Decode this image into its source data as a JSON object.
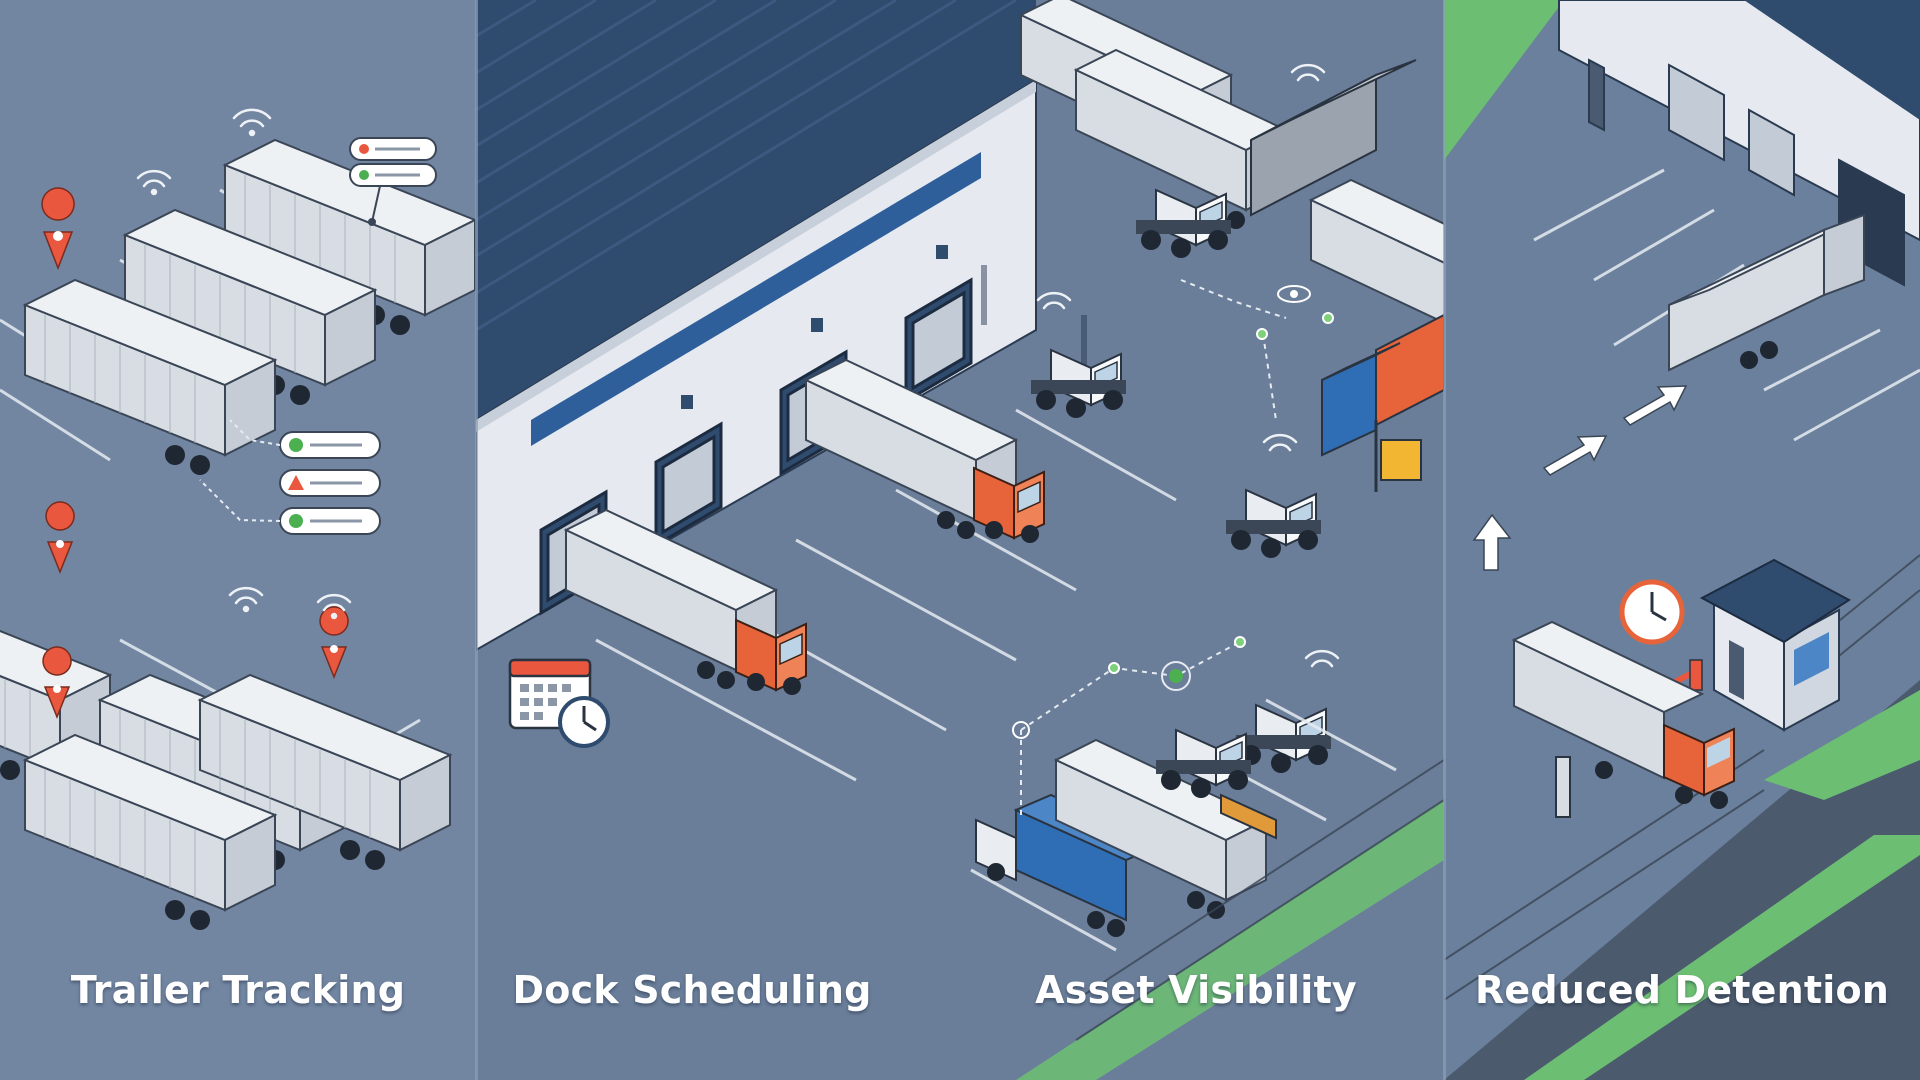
{
  "captions": {
    "trailer_tracking": "Trailer Tracking",
    "dock_scheduling": "Dock Scheduling",
    "asset_visibility": "Asset Visibility",
    "reduced_detention": "Reduced Detention"
  },
  "colors": {
    "asphalt": "#6a7e9a",
    "building_wall": "#e6eaf0",
    "roof": "#2f4b6e",
    "trailer": "#d8dde3",
    "cab_orange": "#e7643a",
    "container_blue": "#2f6eb5",
    "status_green": "#4caf50",
    "alert_orange": "#e9573f",
    "grass": "#6cbf72"
  },
  "icons": [
    "map-pin-icon",
    "wifi-signal-icon",
    "status-card-icon",
    "warning-icon",
    "calendar-icon",
    "clock-icon",
    "eye-icon",
    "arrow-icon"
  ]
}
